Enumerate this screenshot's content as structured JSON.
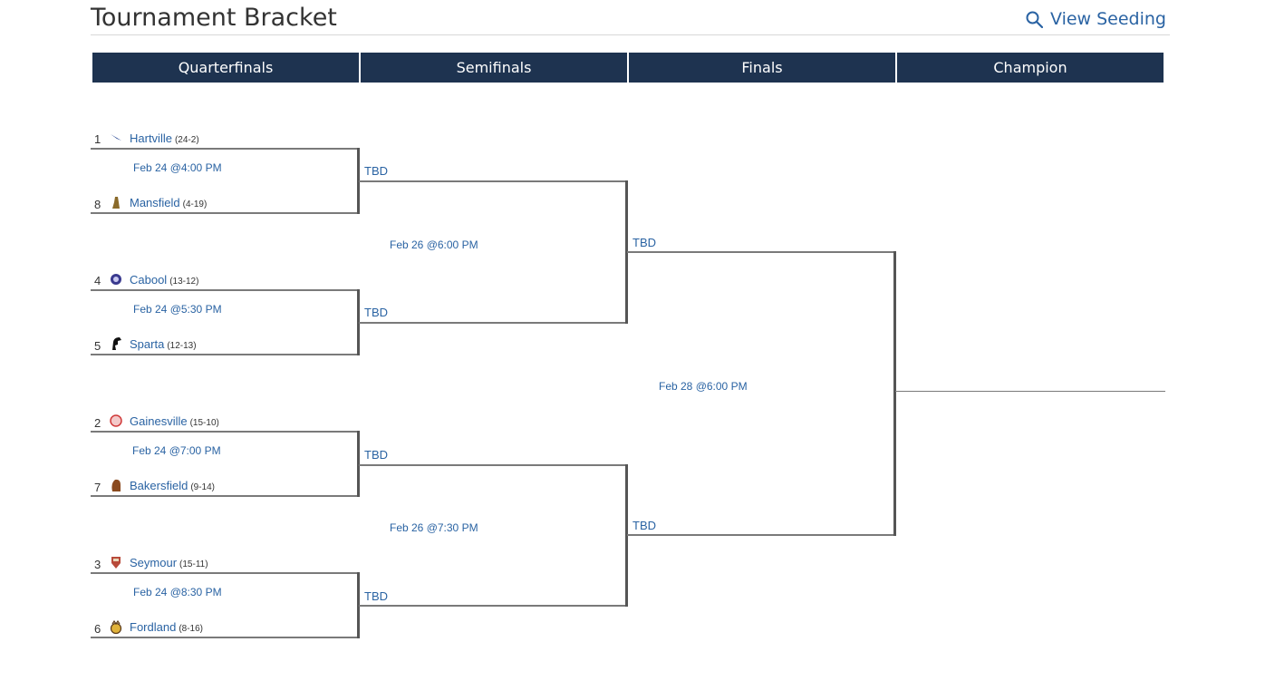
{
  "header": {
    "title": "Tournament Bracket",
    "view_seeding_label": "View Seeding",
    "view_seeding_icon": "search-icon"
  },
  "rounds": [
    "Quarterfinals",
    "Semifinals",
    "Finals",
    "Champion"
  ],
  "colors": {
    "header_bg": "#1e3350",
    "link": "#2a63a3"
  },
  "quarterfinals": [
    {
      "top": {
        "seed": "1",
        "name": "Hartville",
        "record": "(24-2)",
        "logo": "hartville-logo-icon"
      },
      "bottom": {
        "seed": "8",
        "name": "Mansfield",
        "record": "(4-19)",
        "logo": "mansfield-logo-icon"
      },
      "game": "Feb 24 @4:00 PM"
    },
    {
      "top": {
        "seed": "4",
        "name": "Cabool",
        "record": "(13-12)",
        "logo": "cabool-logo-icon"
      },
      "bottom": {
        "seed": "5",
        "name": "Sparta",
        "record": "(12-13)",
        "logo": "sparta-logo-icon"
      },
      "game": "Feb 24 @5:30 PM"
    },
    {
      "top": {
        "seed": "2",
        "name": "Gainesville",
        "record": "(15-10)",
        "logo": "gainesville-logo-icon"
      },
      "bottom": {
        "seed": "7",
        "name": "Bakersfield",
        "record": "(9-14)",
        "logo": "bakersfield-logo-icon"
      },
      "game": "Feb 24 @7:00 PM"
    },
    {
      "top": {
        "seed": "3",
        "name": "Seymour",
        "record": "(15-11)",
        "logo": "seymour-logo-icon"
      },
      "bottom": {
        "seed": "6",
        "name": "Fordland",
        "record": "(8-16)",
        "logo": "fordland-logo-icon"
      },
      "game": "Feb 24 @8:30 PM"
    }
  ],
  "semifinals": [
    {
      "top": "TBD",
      "bottom": "TBD",
      "game": "Feb 26 @6:00 PM"
    },
    {
      "top": "TBD",
      "bottom": "TBD",
      "game": "Feb 26 @7:30 PM"
    }
  ],
  "finals": {
    "top": "TBD",
    "bottom": "TBD",
    "game": "Feb 28 @6:00 PM"
  }
}
